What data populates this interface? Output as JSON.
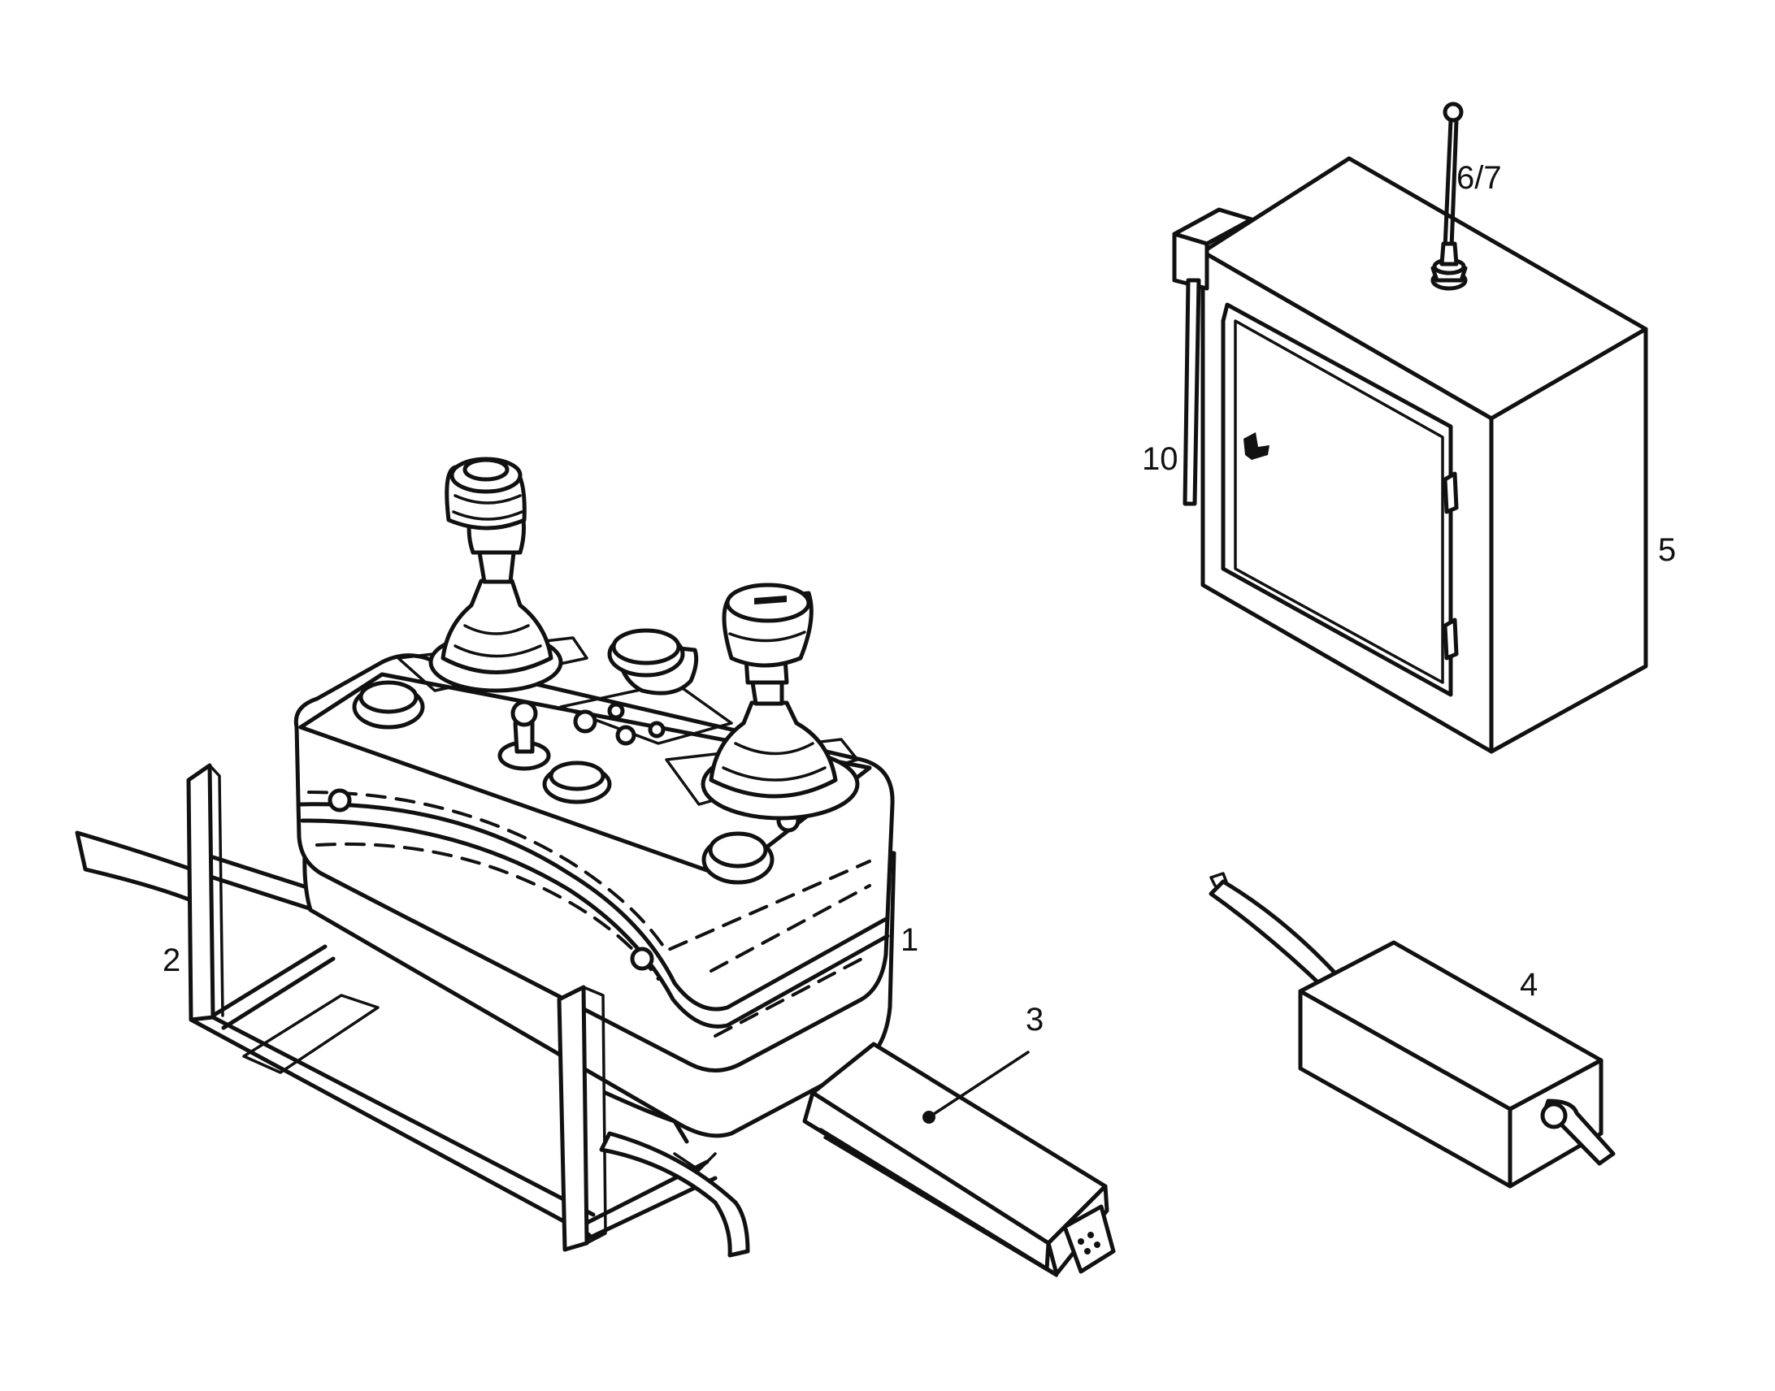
{
  "callouts": {
    "c1": "1",
    "c2": "2",
    "c3": "3",
    "c4": "4",
    "c5": "5",
    "c67": "6/7",
    "c10": "10"
  }
}
